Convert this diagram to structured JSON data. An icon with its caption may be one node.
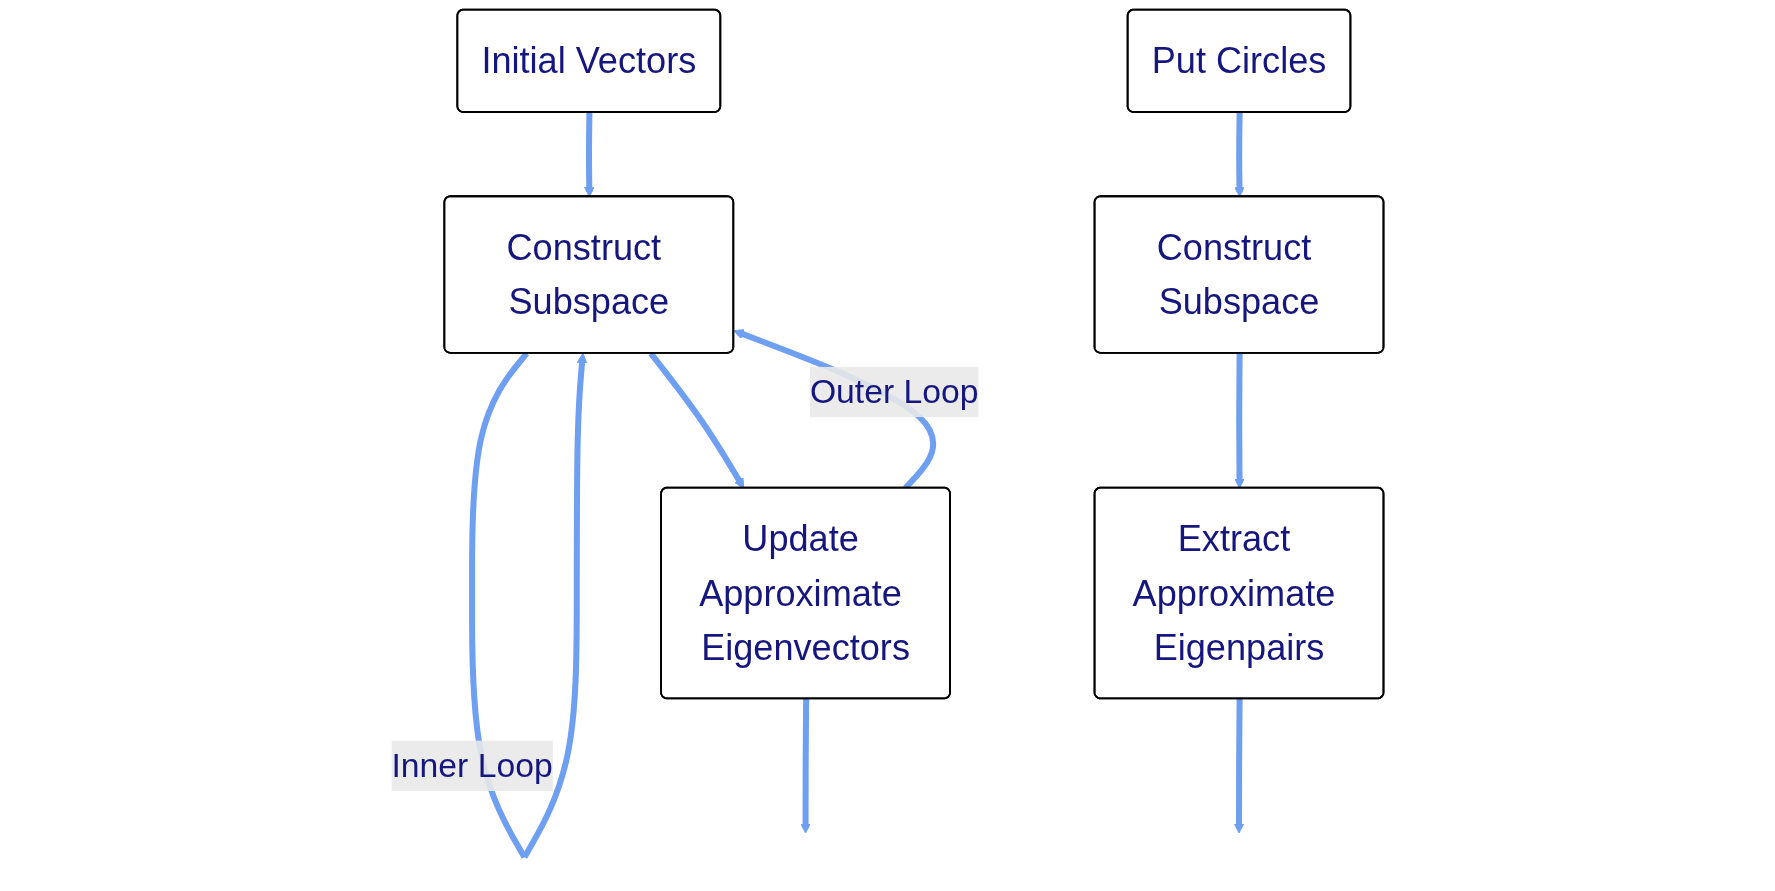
{
  "diagram": {
    "nodes": [
      {
        "text": [
          "Initial Vectors"
        ]
      },
      {
        "text": [
          "Construct Subspace"
        ]
      },
      {
        "text": [
          "Update Approximate Eigenvectors"
        ]
      },
      {
        "text": [
          "Put Circles"
        ]
      },
      {
        "text": [
          "Construct Subspace"
        ]
      },
      {
        "text": [
          "Extract Approximate Eigenpairs"
        ]
      }
    ],
    "edges": [
      {
        "from": 0,
        "to": 1,
        "arrow": "to"
      },
      {
        "from": 1,
        "to": 1,
        "arrow": "to",
        "label": "Inner Loop"
      },
      {
        "from": 1,
        "to": 2,
        "arrow": "to"
      },
      {
        "from": 2,
        "to": 1,
        "arrow": "to",
        "label": "Outer Loop"
      },
      {
        "from": 2,
        "to": null,
        "arrow": "to"
      },
      {
        "from": 3,
        "to": 4,
        "arrow": "to"
      },
      {
        "from": 4,
        "to": 5,
        "arrow": "to"
      },
      {
        "from": 5,
        "to": null,
        "arrow": "to"
      }
    ]
  }
}
